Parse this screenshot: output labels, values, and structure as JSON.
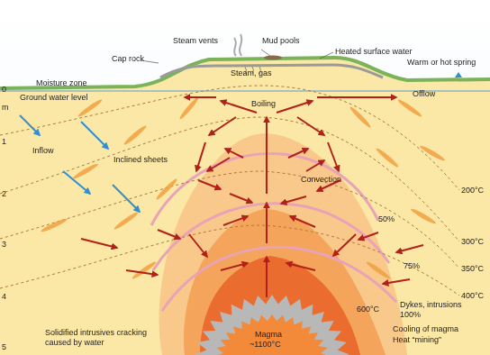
{
  "diagram": {
    "labels": [
      "Steam vents",
      "Mud pools",
      "Heated surface water",
      "Cap rock",
      "Steam, gas",
      "Warm or hot spring",
      "Moisture zone",
      "Ground water level",
      "Offlow",
      "Boiling",
      "Inflow",
      "Inclined sheets",
      "Convection",
      "200°C",
      "50%",
      "300°C",
      "75%",
      "350°C",
      "400°C",
      "Dykes, intrusions",
      "100%",
      "600°C",
      "Solidified intrusives cracking caused by water",
      "Magma",
      "~1100°C",
      "Cooling of magma",
      "Heat “mining”",
      "0",
      "m",
      "1",
      "2",
      "3",
      "4",
      "5"
    ]
  }
}
